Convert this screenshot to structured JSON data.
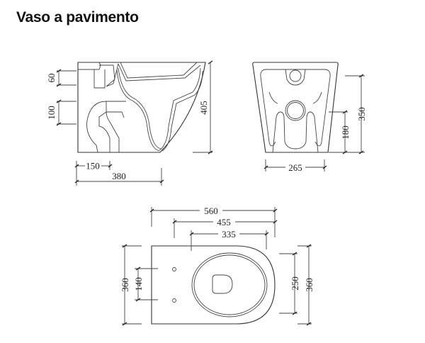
{
  "title": "Vaso a pavimento",
  "colors": {
    "line": "#333333",
    "text": "#111111",
    "background": "#ffffff"
  },
  "views": {
    "side": {
      "name": "side-section-view",
      "dimensions": {
        "inlet_height": "60",
        "outlet_height": "100",
        "outlet_offset": "150",
        "depth": "380",
        "height": "405"
      }
    },
    "rear": {
      "name": "rear-view",
      "dimensions": {
        "height": "350",
        "outlet_center": "180",
        "width": "265"
      }
    },
    "top": {
      "name": "top-view",
      "dimensions": {
        "total_length": "560",
        "length_to_bowl": "455",
        "bowl_length": "335",
        "width_left": "360",
        "bolt_spacing": "140",
        "bowl_width": "250",
        "width_right": "360"
      }
    }
  }
}
